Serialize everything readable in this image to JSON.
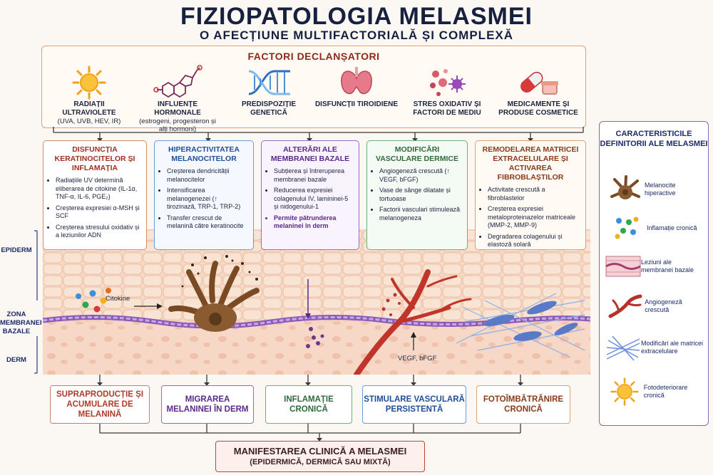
{
  "title": "FIZIOPATOLOGIA MELASMEI",
  "subtitle": "O AFECȚIUNE MULTIFACTORIALĂ ȘI COMPLEXĂ",
  "factors": {
    "title": "FACTORI DECLANȘATORI",
    "items": [
      {
        "label": "RADIAȚII ULTRAVIOLETE",
        "sub": "(UVA, UVB, HEV, IR)",
        "icon": "sun-icon"
      },
      {
        "label": "INFLUENȚE HORMONALE",
        "sub": "(estrogeni, progesteron și alți hormoni)",
        "icon": "hormone-molecule-icon"
      },
      {
        "label": "PREDISPOZIȚIE GENETICĂ",
        "sub": "",
        "icon": "dna-icon"
      },
      {
        "label": "DISFUNCȚII TIROIDIENE",
        "sub": "",
        "icon": "thyroid-icon"
      },
      {
        "label": "STRES OXIDATIV ȘI FACTORI DE MEDIU",
        "sub": "",
        "icon": "oxidative-particles-icon"
      },
      {
        "label": "MEDICAMENTE ȘI PRODUSE COSMETICE",
        "sub": "",
        "icon": "pill-cosmetic-icon"
      }
    ]
  },
  "mechanisms": [
    {
      "title": "DISFUNCȚIA KERATINOCITELOR ȘI INFLAMAȚIA",
      "color": "#a03020",
      "bullets": [
        "Radiațiile UV determină eliberarea de citokine (IL-1α, TNF-α, IL-6, PGE₂)",
        "Creșterea expresiei α-MSH și SCF",
        "Creșterea stresului oxidativ și a leziunilor ADN"
      ]
    },
    {
      "title": "HIPERACTIVITATEA MELANOCITELOR",
      "color": "#1f4e9a",
      "bullets": [
        "Creșterea dendricității melanocitelor",
        "Intensificarea melanogenezei (↑ tirozinază, TRP-1, TRP-2)",
        "Transfer crescut de melanină către keratinocite"
      ]
    },
    {
      "title": "ALTERĂRI ALE MEMBRANEI BAZALE",
      "color": "#5a2a8a",
      "bullets": [
        "Subțierea și întreruperea membranei bazale",
        "Reducerea expresiei colagenului IV, lamininei-5 și nidogenului-1",
        "Permite pătrunderea melaninei în derm"
      ]
    },
    {
      "title": "MODIFICĂRI VASCULARE DERMICE",
      "color": "#2e6b3a",
      "bullets": [
        "Angiogeneză crescută (↑ VEGF, bFGF)",
        "Vase de sânge dilatate și tortuoase",
        "Factorii vasculari stimulează melanogeneza"
      ]
    },
    {
      "title": "REMODELAREA MATRICEI EXTRACELULARE ȘI ACTIVAREA FIBROBLAȘTILOR",
      "color": "#8a3a1a",
      "bullets": [
        "Activitate crescută a fibroblastelor",
        "Creșterea expresiei metaloproteinazelor matriceale (MMP-2, MMP-9)",
        "Degradarea colagenului și elastoză solară"
      ]
    }
  ],
  "skin": {
    "epiderm": "EPIDERM",
    "zona": "ZONA MEMBRANEI BAZALE",
    "derm": "DERM",
    "citokine": "Citokine",
    "vegf": "VEGF, bFGF"
  },
  "outcomes": [
    {
      "label": "SUPRAPRODUCȚIE ȘI ACUMULARE DE MELANINĂ",
      "color": "#b03a2a"
    },
    {
      "label": "MIGRAREA MELANINEI ÎN DERM",
      "color": "#5a2a8a"
    },
    {
      "label": "INFLAMAȚIE CRONICĂ",
      "color": "#2e6b3a"
    },
    {
      "label": "STIMULARE VASCULARĂ PERSISTENTĂ",
      "color": "#1f4e9a"
    },
    {
      "label": "FOTOÎMBĂTRÂNIRE CRONICĂ",
      "color": "#8a3a1a"
    }
  ],
  "final": {
    "title": "MANIFESTAREA CLINICĂ A MELASMEI",
    "sub": "(EPIDERMICĂ, DERMICĂ SAU MIXTĂ)"
  },
  "legend": {
    "title": "CARACTERISTICILE DEFINITORII ALE MELASMEI",
    "items": [
      {
        "label": "Melanocite hiperactive",
        "icon": "melanocyte-icon"
      },
      {
        "label": "Inflamație cronică",
        "icon": "inflammation-dots-icon"
      },
      {
        "label": "Leziuni ale membranei bazale",
        "icon": "basement-membrane-icon"
      },
      {
        "label": "Angiogeneză crescută",
        "icon": "blood-vessel-icon"
      },
      {
        "label": "Modificări ale matricei extracelulare",
        "icon": "fibers-icon"
      },
      {
        "label": "Fotodeteriorare cronică",
        "icon": "sun-icon"
      }
    ]
  }
}
